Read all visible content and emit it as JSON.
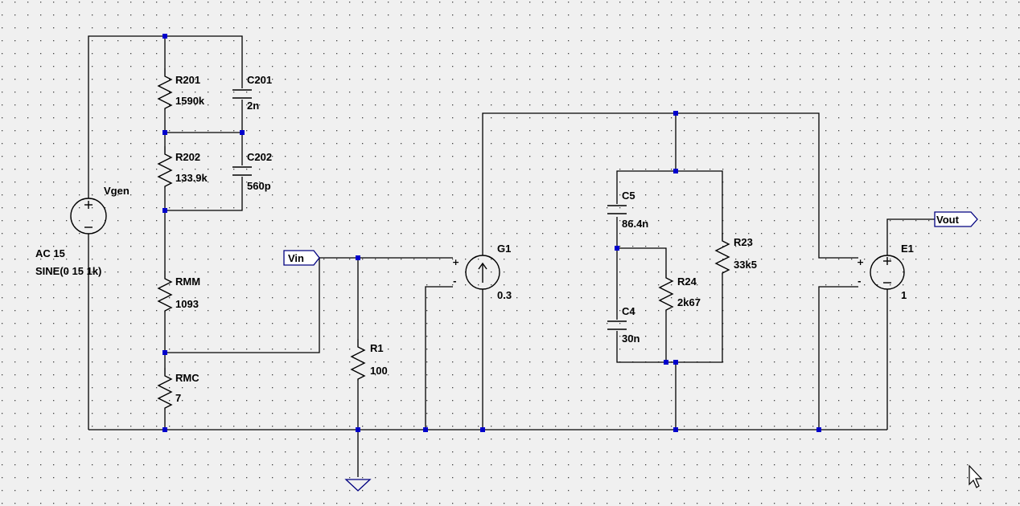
{
  "schematic": {
    "vgen": {
      "name": "Vgen",
      "ac": "AC 15",
      "sine": "SINE(0 15 1k)"
    },
    "r201": {
      "name": "R201",
      "value": "1590k"
    },
    "c201": {
      "name": "C201",
      "value": "2n"
    },
    "r202": {
      "name": "R202",
      "value": "133.9k"
    },
    "c202": {
      "name": "C202",
      "value": "560p"
    },
    "rmm": {
      "name": "RMM",
      "value": "1093"
    },
    "rmc": {
      "name": "RMC",
      "value": "7"
    },
    "r1": {
      "name": "R1",
      "value": "100"
    },
    "g1": {
      "name": "G1",
      "value": "0.3"
    },
    "c5": {
      "name": "C5",
      "value": "86.4n"
    },
    "c4": {
      "name": "C4",
      "value": "30n"
    },
    "r23": {
      "name": "R23",
      "value": "33k5"
    },
    "r24": {
      "name": "R24",
      "value": "2k67"
    },
    "e1": {
      "name": "E1",
      "value": "1"
    },
    "vin_label": "Vin",
    "vout_label": "Vout",
    "plus": "+",
    "minus": "-"
  },
  "colors": {
    "background": "#f0f0f0",
    "grid_dot": "#404040",
    "junction": "#0000cc",
    "ground": "#000080"
  }
}
